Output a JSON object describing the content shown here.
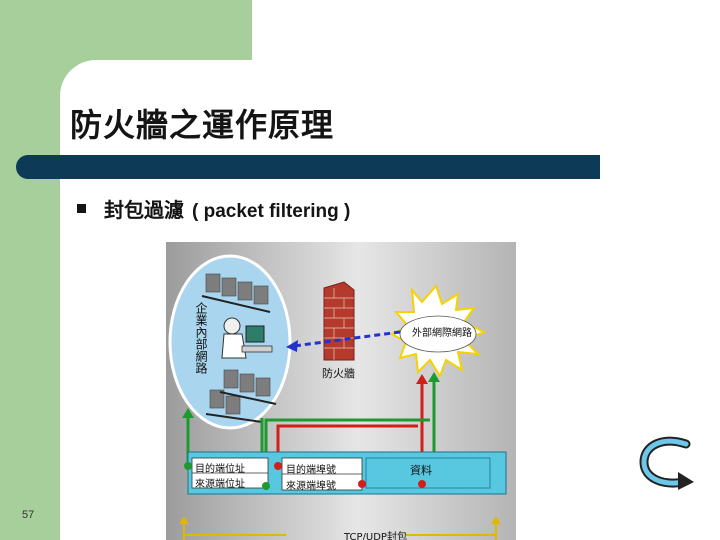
{
  "slide": {
    "title": "防火牆之運作原理",
    "bullet_cn": "封包過濾",
    "bullet_en": "( packet filtering )",
    "page_number": "57"
  },
  "diagram": {
    "intranet_label": "企業內部網路",
    "firewall_label": "防火牆",
    "external_label": "外部網際網路",
    "ip_header": {
      "dest_addr": "目的端位址",
      "src_addr": "來源端位址"
    },
    "tcp_header": {
      "dest_port": "目的端埠號",
      "src_port": "來源端埠號"
    },
    "data_label": "資料",
    "tcp_packet_label": "TCP/UDP封包"
  },
  "colors": {
    "background_green": "#a7cf9b",
    "title_bar": "#0c3a57",
    "firewall_brick": "#b53a2e",
    "packet_cyan": "#58c7e0",
    "line_green": "#1c9a2f",
    "line_red": "#d0201a",
    "line_blue": "#2233cc"
  }
}
